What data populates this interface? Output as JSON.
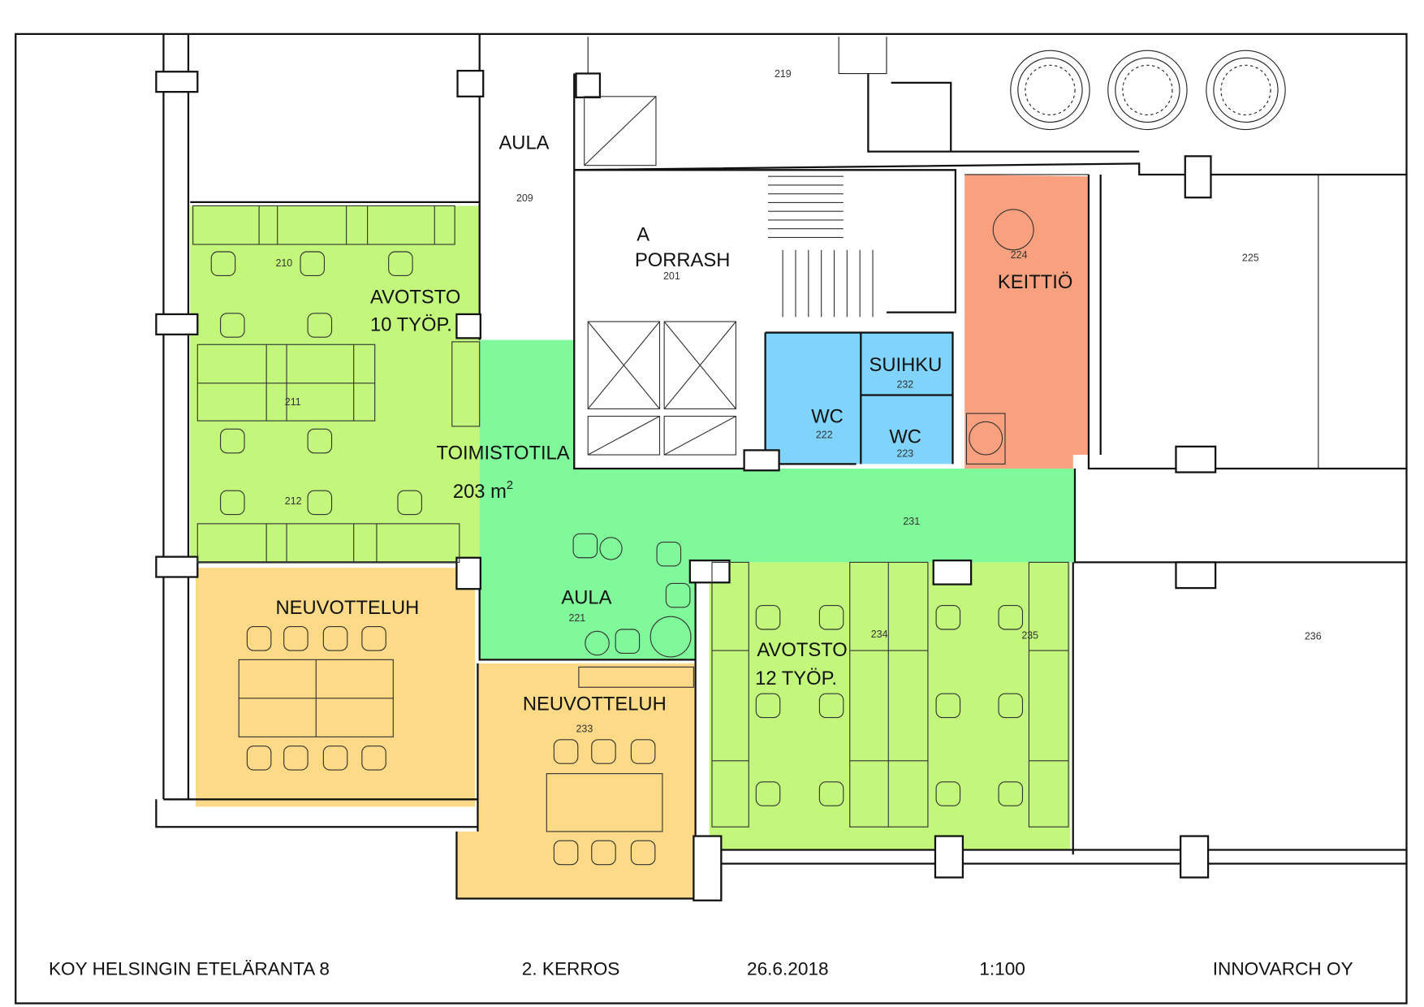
{
  "colors": {
    "office_green": "#c2f77c",
    "common_mint": "#80f99b",
    "meeting_yellow": "#fdda87",
    "kitchen_orange": "#f9a17e",
    "wc_blue": "#80d4fb"
  },
  "rooms": {
    "aula_top": {
      "label": "AULA",
      "number": "209"
    },
    "porrash": {
      "label_line1": "A",
      "label_line2": "PORRASH",
      "number": "201"
    },
    "room_219": {
      "number": "219"
    },
    "avotsto_10": {
      "label_line1": "AVOTSTO",
      "label_line2": "10 TYÖP.",
      "numbers": [
        "210",
        "211",
        "212"
      ]
    },
    "toimistotila": {
      "label": "TOIMISTOTILA",
      "area": "203 m",
      "area_sup": "2"
    },
    "keittio": {
      "label": "KEITTIÖ",
      "number": "224"
    },
    "room_225": {
      "number": "225"
    },
    "suihku": {
      "label": "SUIHKU",
      "number": "232"
    },
    "wc_222": {
      "label": "WC",
      "number": "222"
    },
    "wc_223": {
      "label": "WC",
      "number": "223"
    },
    "corridor": {
      "number": "231"
    },
    "aula_lower": {
      "label": "AULA",
      "number": "221"
    },
    "neuvotteluh_1": {
      "label": "NEUVOTTELUH"
    },
    "neuvotteluh_2": {
      "label": "NEUVOTTELUH",
      "number": "233"
    },
    "avotsto_12": {
      "label_line1": "AVOTSTO",
      "label_line2": "12 TYÖP.",
      "numbers": [
        "234",
        "235"
      ]
    },
    "room_236": {
      "number": "236"
    }
  },
  "footer": {
    "building": "KOY HELSINGIN ETELÄRANTA 8",
    "floor": "2. KERROS",
    "date": "26.6.2018",
    "scale": "1:100",
    "author": "INNOVARCH OY"
  }
}
